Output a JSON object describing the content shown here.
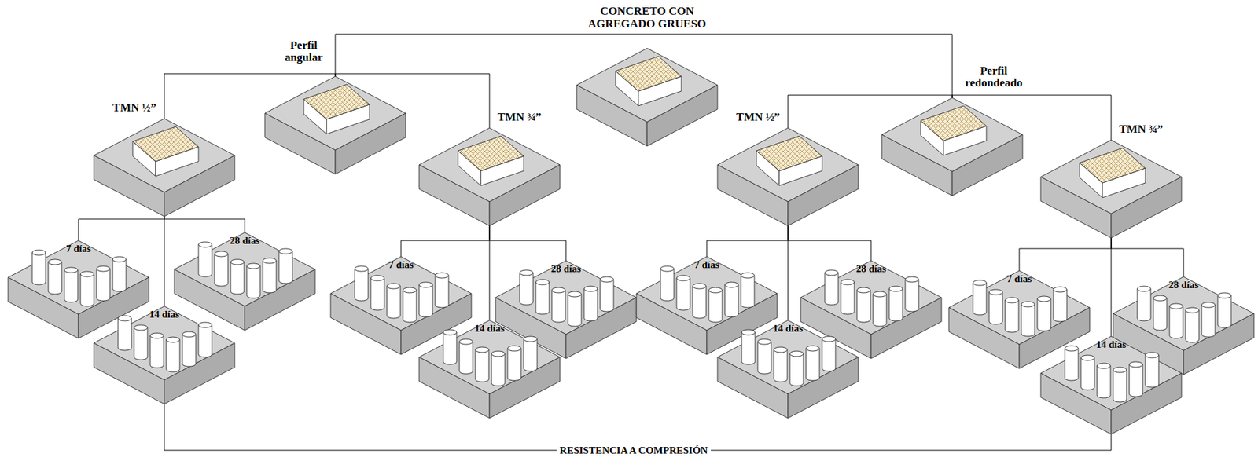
{
  "diagram": {
    "nodes": [
      {
        "text": [
          "CONCRETO CON AGREGADO GRUESO"
        ]
      },
      {
        "text": [
          "Perfil angular"
        ]
      },
      {
        "text": [
          "TMN ½”"
        ]
      },
      {
        "text": [
          "TMN ¾”"
        ]
      },
      {
        "text": [
          "Perfil redondeado"
        ]
      },
      {
        "text": [
          "TMN ½”"
        ]
      },
      {
        "text": [
          "TMN ¾”"
        ]
      },
      {
        "text": [
          "7 días"
        ]
      },
      {
        "text": [
          "14 días"
        ]
      },
      {
        "text": [
          "28 días"
        ]
      },
      {
        "text": [
          "7 días"
        ]
      },
      {
        "text": [
          "14 días"
        ]
      },
      {
        "text": [
          "28 días"
        ]
      },
      {
        "text": [
          "7 días"
        ]
      },
      {
        "text": [
          "14 días"
        ]
      },
      {
        "text": [
          "28 días"
        ]
      },
      {
        "text": [
          "7 días"
        ]
      },
      {
        "text": [
          "14 días"
        ]
      },
      {
        "text": [
          "28 días"
        ]
      }
    ],
    "edges": [
      {
        "from": 0,
        "to": 1,
        "arrow": "none"
      },
      {
        "from": 0,
        "to": 4,
        "arrow": "none"
      },
      {
        "from": 1,
        "to": 2,
        "arrow": "none"
      },
      {
        "from": 1,
        "to": 3,
        "arrow": "none"
      },
      {
        "from": 4,
        "to": 5,
        "arrow": "none"
      },
      {
        "from": 4,
        "to": 6,
        "arrow": "none"
      },
      {
        "from": 2,
        "to": 7,
        "arrow": "none"
      },
      {
        "from": 2,
        "to": 8,
        "arrow": "none"
      },
      {
        "from": 2,
        "to": 9,
        "arrow": "none"
      },
      {
        "from": 3,
        "to": 10,
        "arrow": "none"
      },
      {
        "from": 3,
        "to": 11,
        "arrow": "none"
      },
      {
        "from": 3,
        "to": 12,
        "arrow": "none"
      },
      {
        "from": 5,
        "to": 13,
        "arrow": "none"
      },
      {
        "from": 5,
        "to": 14,
        "arrow": "none"
      },
      {
        "from": 5,
        "to": 15,
        "arrow": "none"
      },
      {
        "from": 6,
        "to": 16,
        "arrow": "none"
      },
      {
        "from": 6,
        "to": 17,
        "arrow": "none"
      },
      {
        "from": 6,
        "to": 18,
        "arrow": "none"
      },
      {
        "from": 8,
        "to": 17,
        "label": "RESISTENCIA A COMPRESIÓN",
        "arrow": "none"
      }
    ]
  }
}
